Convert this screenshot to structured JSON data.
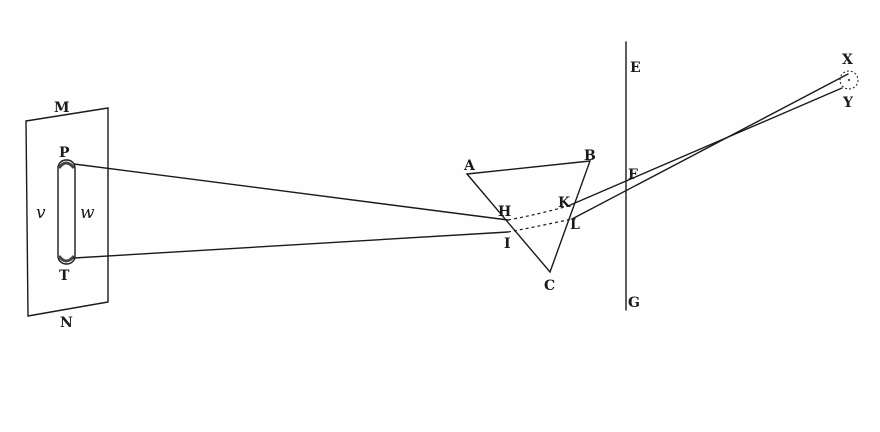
{
  "diagram": {
    "points": {
      "M": "M",
      "N": "N",
      "P": "P",
      "T": "T",
      "v_left": "v",
      "v_right": "w",
      "A": "A",
      "B": "B",
      "C": "C",
      "H": "H",
      "I": "I",
      "K": "K",
      "L": "L",
      "E": "E",
      "F": "F",
      "G": "G",
      "X": "X",
      "Y": "Y"
    }
  }
}
